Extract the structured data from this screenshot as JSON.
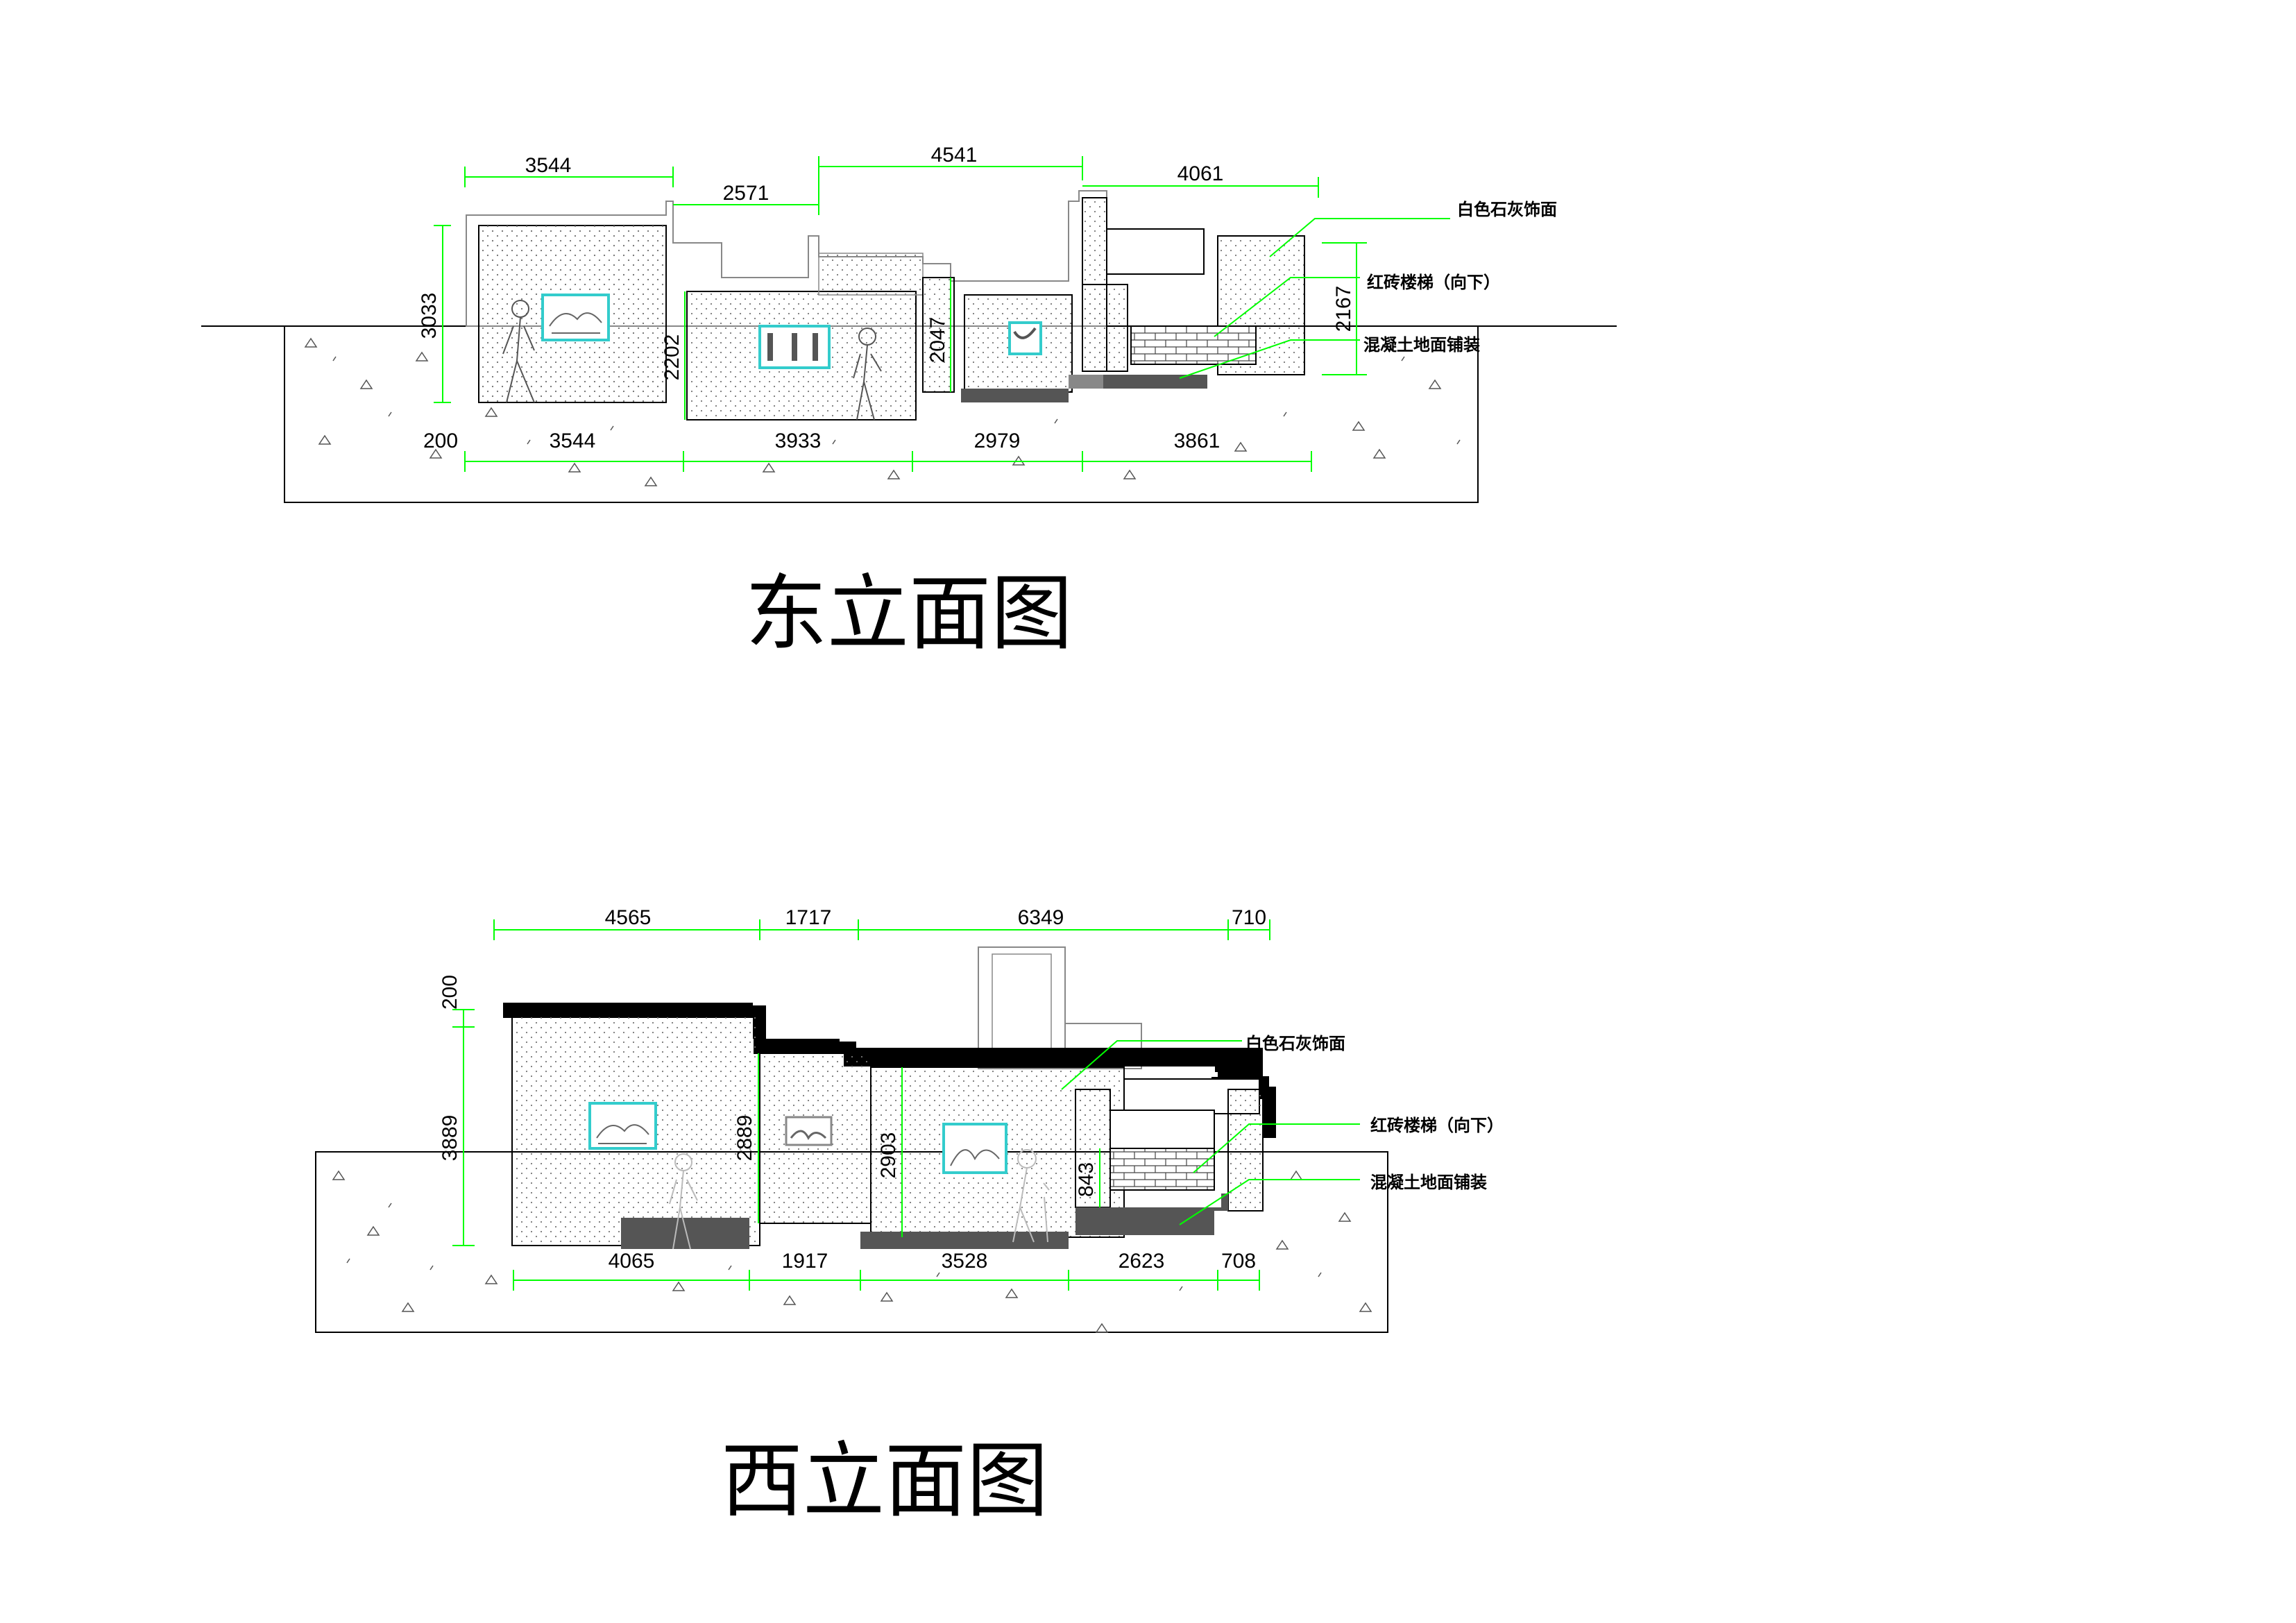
{
  "east": {
    "title": "东立面图",
    "dims_top": [
      "3544",
      "2571",
      "4541",
      "4061"
    ],
    "dims_bottom": [
      "200",
      "3544",
      "3933",
      "2979",
      "3861"
    ],
    "dims_vertical": [
      "3033",
      "2202",
      "2047",
      "2167"
    ],
    "notes": [
      "白色石灰饰面",
      "红砖楼梯（向下）",
      "混凝土地面铺装"
    ]
  },
  "west": {
    "title": "西立面图",
    "dims_top": [
      "4565",
      "1717",
      "6349",
      "710"
    ],
    "dims_bottom": [
      "4065",
      "1917",
      "3528",
      "2623",
      "708"
    ],
    "dims_vertical": [
      "200",
      "3889",
      "2889",
      "2903",
      "843"
    ],
    "notes": [
      "白色石灰饰面",
      "红砖楼梯（向下）",
      "混凝土地面铺装"
    ]
  },
  "colors": {
    "dimension_line": "#00ff00",
    "frame_cyan": "#33cccc",
    "wall_fill": "#ffffff",
    "paving_dark": "#555555",
    "outline": "#000000"
  }
}
